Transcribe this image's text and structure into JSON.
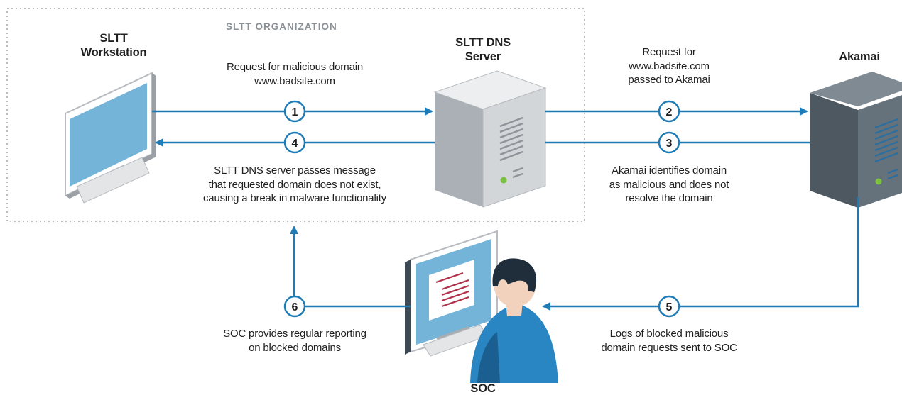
{
  "org_box": {
    "title": "SLTT ORGANIZATION"
  },
  "nodes": {
    "workstation": [
      "SLTT",
      "Workstation"
    ],
    "dns_server": [
      "SLTT DNS",
      "Server"
    ],
    "akamai": [
      "Akamai"
    ],
    "soc": [
      "SOC"
    ]
  },
  "steps": [
    {
      "number": "1",
      "text": [
        "Request for malicious domain",
        "www.badsite.com"
      ]
    },
    {
      "number": "2",
      "text": [
        "Request for",
        "www.badsite.com",
        "passed to Akamai"
      ]
    },
    {
      "number": "3",
      "text": [
        "Akamai identifies domain",
        "as malicious and does not",
        "resolve the domain"
      ]
    },
    {
      "number": "4",
      "text": [
        "SLTT DNS server passes message",
        "that requested domain does not exist,",
        "causing a break in malware functionality"
      ]
    },
    {
      "number": "5",
      "text": [
        "Logs of blocked malicious",
        "domain requests sent to SOC"
      ]
    },
    {
      "number": "6",
      "text": [
        "SOC provides regular reporting",
        "on blocked domains"
      ]
    }
  ],
  "colors": {
    "arrow": "#1f7bb5",
    "badge_fill": "#ffffff",
    "badge_text": "#1f1f1f",
    "dotted_border": "#b9bec2",
    "screen": "#74b4d9",
    "server_light": "#d3d6d9",
    "server_dark": "#5d6973"
  },
  "icons": [
    "desktop-monitor-icon",
    "server-tower-icon",
    "analyst-at-monitor-icon"
  ]
}
